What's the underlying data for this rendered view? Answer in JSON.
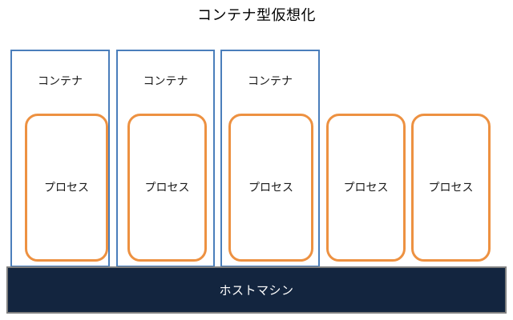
{
  "diagram": {
    "title": "コンテナ型仮想化",
    "background_color": "#ffffff",
    "colors": {
      "container_border": "#4A7EBB",
      "process_border": "#ED9141",
      "host_fill": "#13253F",
      "host_border": "#808080",
      "text": "#1a1a1a",
      "host_text": "#ffffff",
      "title_text": "#000000"
    },
    "containers": [
      {
        "label": "コンテナ",
        "process": {
          "label": "プロセス"
        }
      },
      {
        "label": "コンテナ",
        "process": {
          "label": "プロセス"
        }
      },
      {
        "label": "コンテナ",
        "process": {
          "label": "プロセス"
        }
      }
    ],
    "standalone_processes": [
      {
        "label": "プロセス"
      },
      {
        "label": "プロセス"
      }
    ],
    "host": {
      "label": "ホストマシン"
    }
  }
}
